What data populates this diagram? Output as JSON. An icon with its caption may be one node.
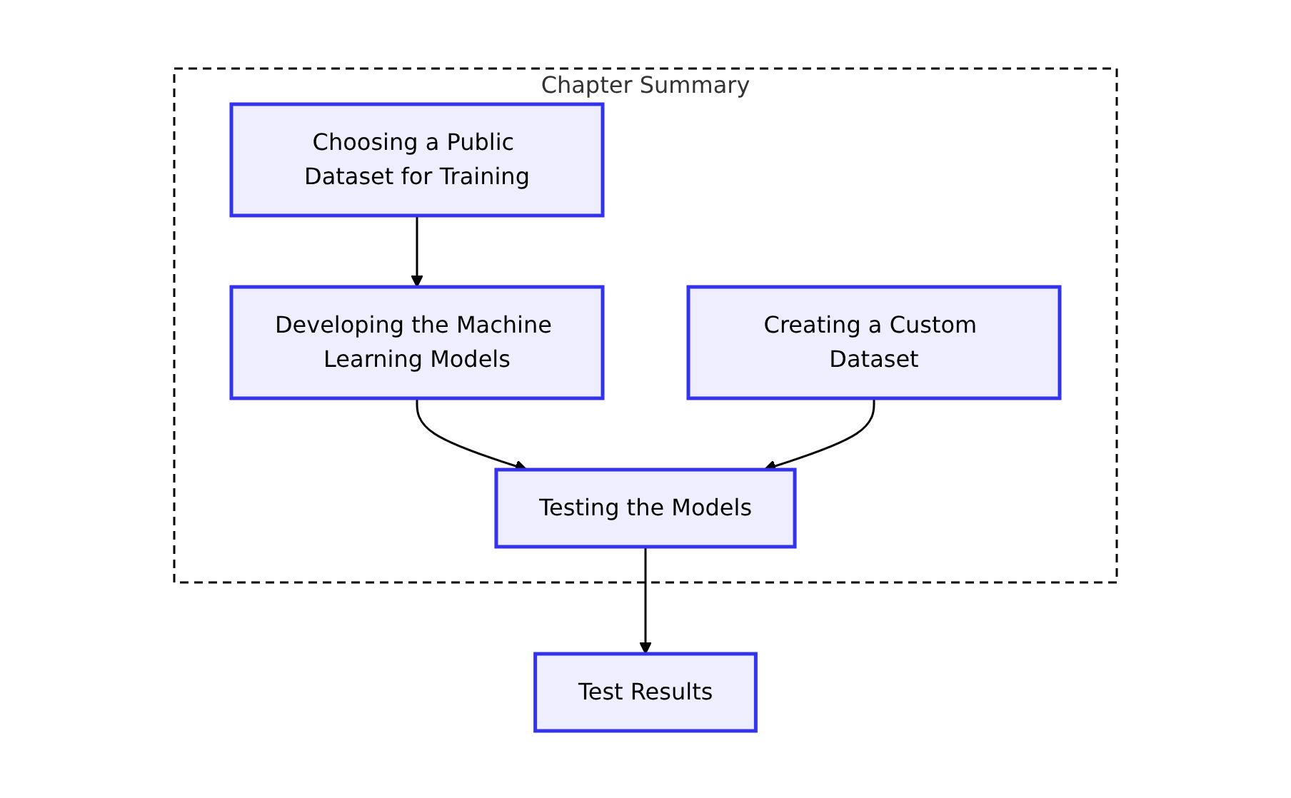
{
  "diagram": {
    "nodes": [
      {
        "text": [
          "Chapter Summary"
        ]
      },
      {
        "text": [
          "Choosing a Public Dataset for Training"
        ],
        "in": 0
      },
      {
        "text": [
          "Developing the Machine Learning Models"
        ],
        "in": 0
      },
      {
        "text": [
          "Creating a Custom Dataset"
        ],
        "in": 0
      },
      {
        "text": [
          "Testing the Models"
        ],
        "in": 0
      },
      {
        "text": [
          "Test Results"
        ]
      }
    ],
    "edges": [
      {
        "from": 1,
        "to": 2,
        "arrow": "to"
      },
      {
        "from": 2,
        "to": 4,
        "arrow": "to"
      },
      {
        "from": 3,
        "to": 4,
        "arrow": "to"
      },
      {
        "from": 4,
        "to": 5,
        "arrow": "to"
      }
    ]
  }
}
